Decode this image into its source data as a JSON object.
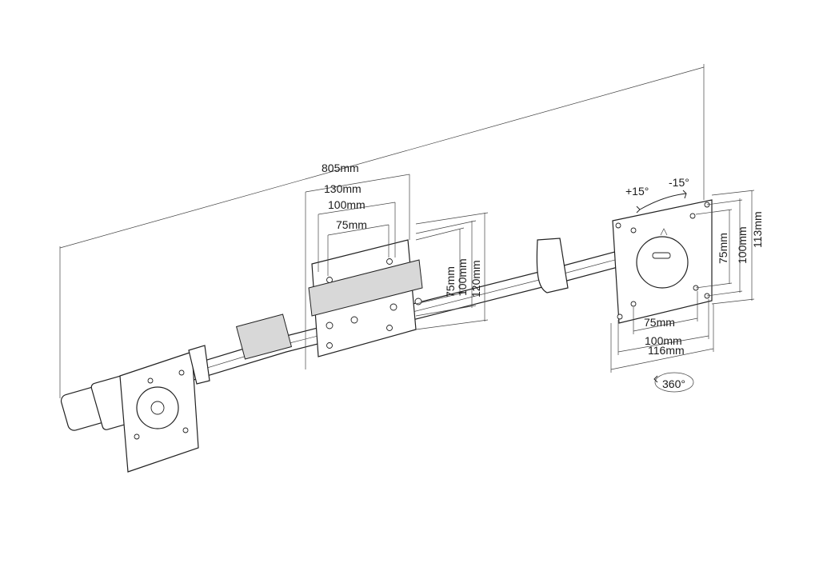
{
  "dimensions": {
    "total_width": "805mm",
    "center_w130": "130mm",
    "center_w100": "100mm",
    "center_w75": "75mm",
    "center_h75": "75mm",
    "center_h100": "100mm",
    "center_h120": "120mm",
    "right_w75": "75mm",
    "right_w100": "100mm",
    "right_w116": "116mm",
    "right_h75": "75mm",
    "right_h100": "100mm",
    "right_h113": "113mm",
    "tilt_plus": "+15°",
    "tilt_minus": "-15°",
    "rotation": "360°"
  }
}
